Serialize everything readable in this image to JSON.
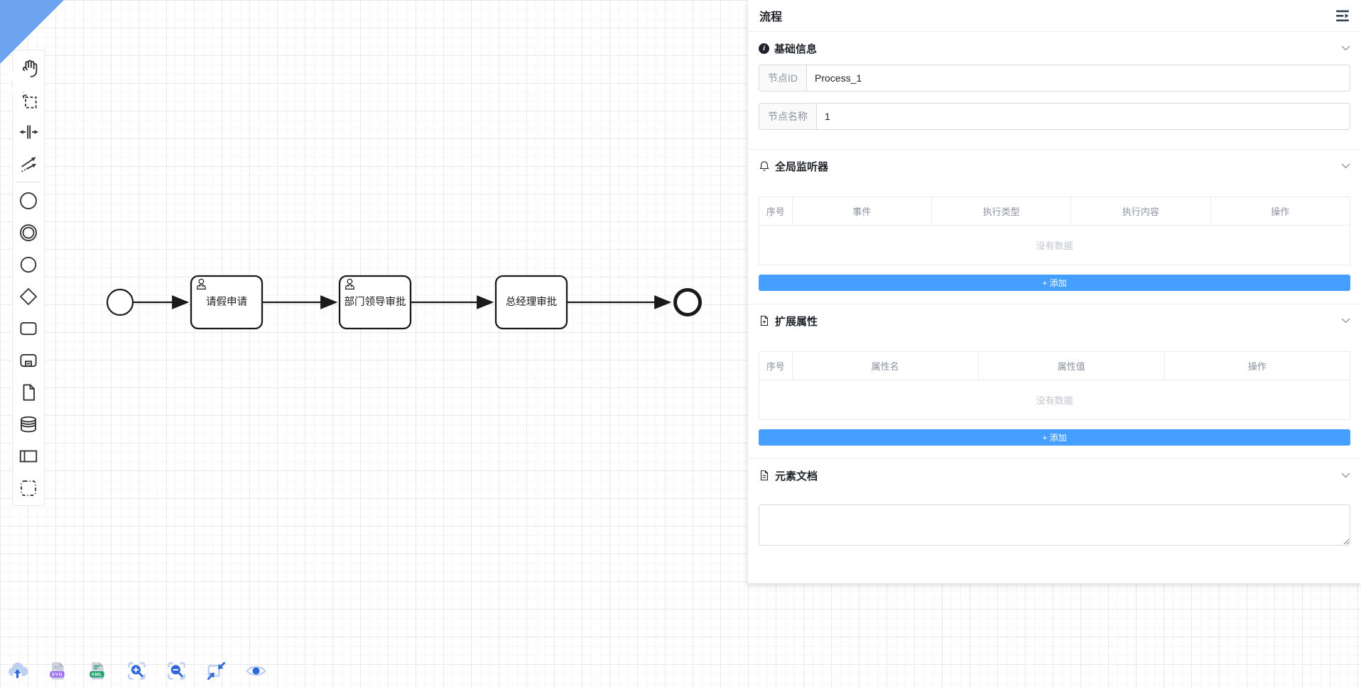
{
  "panel": {
    "title": "流程",
    "basic": {
      "title": "基础信息",
      "fields": [
        {
          "label": "节点ID",
          "value": "Process_1"
        },
        {
          "label": "节点名称",
          "value": "1"
        }
      ]
    },
    "listeners": {
      "title": "全局监听器",
      "columns": [
        "序号",
        "事件",
        "执行类型",
        "执行内容",
        "操作"
      ],
      "empty_text": "没有数据",
      "add_label": "+ 添加"
    },
    "attributes": {
      "title": "扩展属性",
      "columns": [
        "序号",
        "属性名",
        "属性值",
        "操作"
      ],
      "empty_text": "没有数据",
      "add_label": "+ 添加"
    },
    "documentation": {
      "title": "元素文档",
      "value": ""
    }
  },
  "diagram": {
    "start_event": "start-event",
    "end_event": "end-event",
    "tasks": [
      {
        "label": "请假申请",
        "type": "user-task"
      },
      {
        "label": "部门领导审批",
        "type": "user-task"
      },
      {
        "label": "总经理审批",
        "type": "task"
      }
    ]
  },
  "palette": {
    "items": [
      "hand-tool",
      "lasso-tool",
      "space-tool",
      "global-connect-tool",
      "create-start-event",
      "create-intermediate-event",
      "create-end-event",
      "create-gateway",
      "create-task",
      "create-subprocess",
      "create-data-object",
      "create-data-store",
      "create-participant",
      "create-group"
    ]
  },
  "footer": {
    "items": [
      "upload-bpmn",
      "download-svg",
      "download-xml",
      "zoom-in",
      "zoom-out",
      "reset-zoom",
      "preview"
    ],
    "svg_badge": "SVG",
    "xml_badge": "XML"
  },
  "colors": {
    "primary": "#459fff",
    "ribbon_blue": "#6da4f2",
    "icon_blue": "#2e67da",
    "icon_blue_light": "#bcd0f0",
    "svg_badge": "#9d6cf2",
    "xml_badge": "#21a06e",
    "panel_icon_dark": "#34425a"
  }
}
